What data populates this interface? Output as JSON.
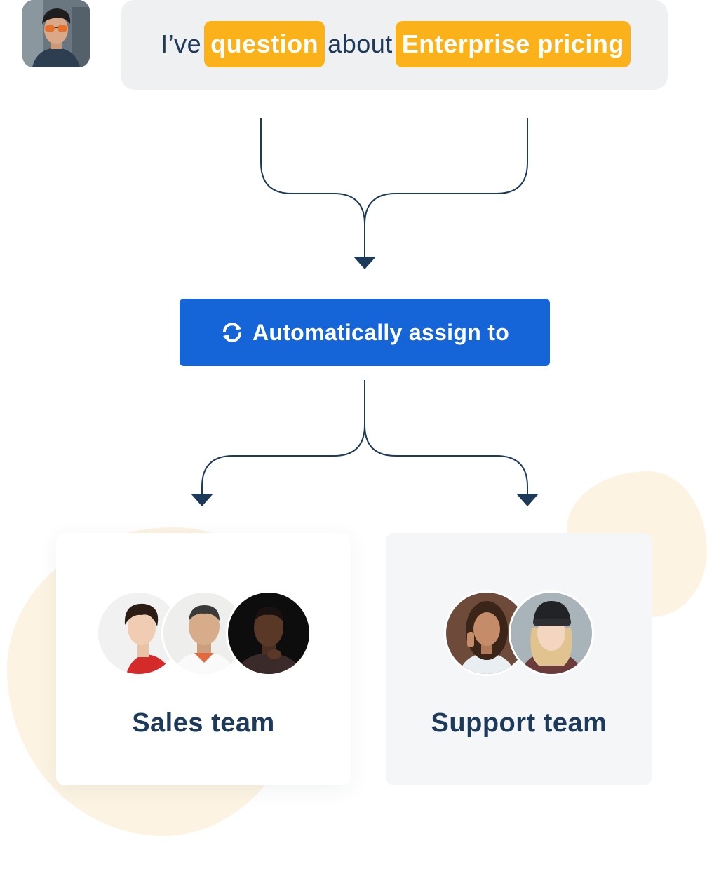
{
  "message": {
    "prefix": "I’ve",
    "highlight_1": "question",
    "middle": "about",
    "highlight_2": "Enterprise pricing"
  },
  "assign_button": {
    "label": "Automatically assign to",
    "icon": "refresh-icon"
  },
  "teams": [
    {
      "name": "Sales team",
      "member_count": 3
    },
    {
      "name": "Support team",
      "member_count": 2
    }
  ],
  "colors": {
    "highlight": "#fbb11a",
    "button": "#1665d8",
    "text": "#1d3a5b",
    "bubble": "#eef0f2",
    "blob": "#fcf3e2"
  }
}
